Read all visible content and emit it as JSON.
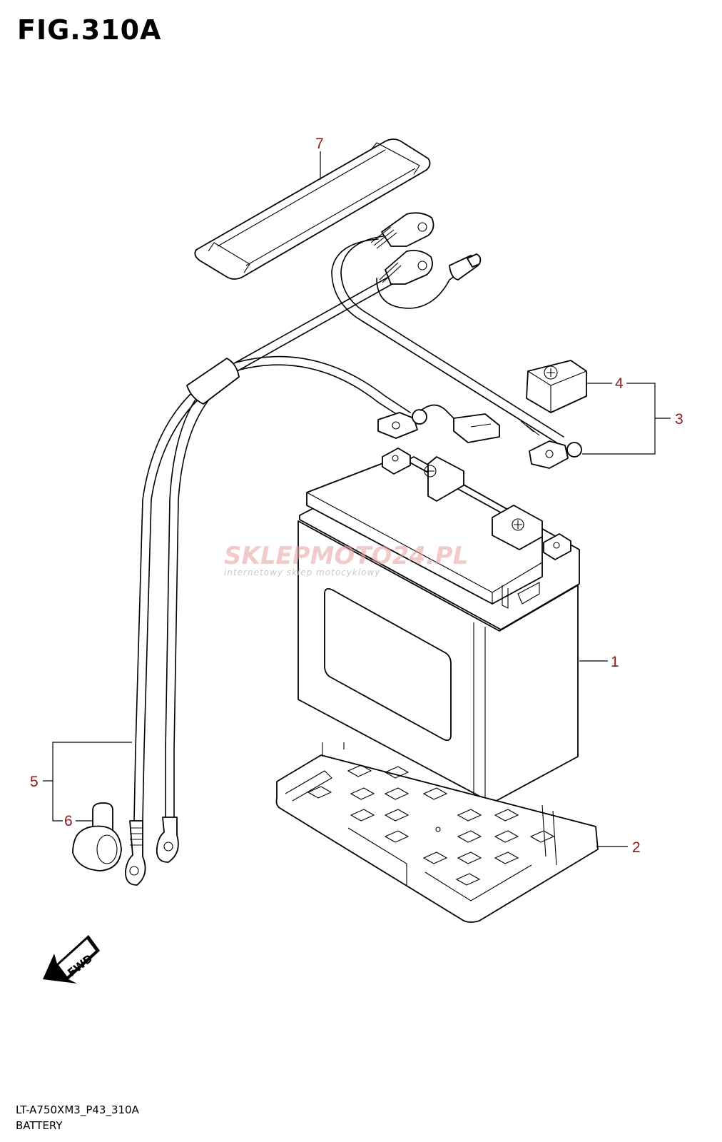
{
  "figure": {
    "title": "FIG.310A",
    "code": "LT-A750XM3_P43_310A",
    "name": "BATTERY"
  },
  "watermark": {
    "main": "SKLEPMOTO24.PL",
    "sub": "internetowy sklep motocyklowy"
  },
  "callouts": [
    "1",
    "2",
    "3",
    "4",
    "5",
    "6",
    "7"
  ],
  "fwd_label": "FWD",
  "colors": {
    "callout": "#8b1a1a",
    "line": "#000000",
    "watermark": "#e8a0a0"
  }
}
